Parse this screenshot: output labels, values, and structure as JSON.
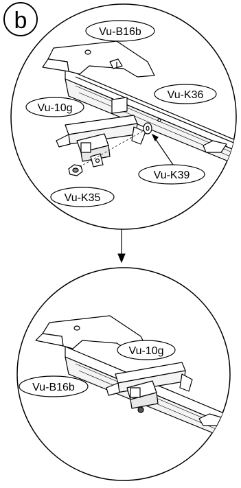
{
  "step_marker": "b",
  "top_view": {
    "labels": {
      "bracket": "Vu-B16b",
      "rail": "Vu-K36",
      "clip": "Vu-10g",
      "washer": "Vu-K39",
      "nut": "Vu-K35"
    }
  },
  "bottom_view": {
    "labels": {
      "clip": "Vu-10g",
      "bracket": "Vu-B16b"
    }
  }
}
